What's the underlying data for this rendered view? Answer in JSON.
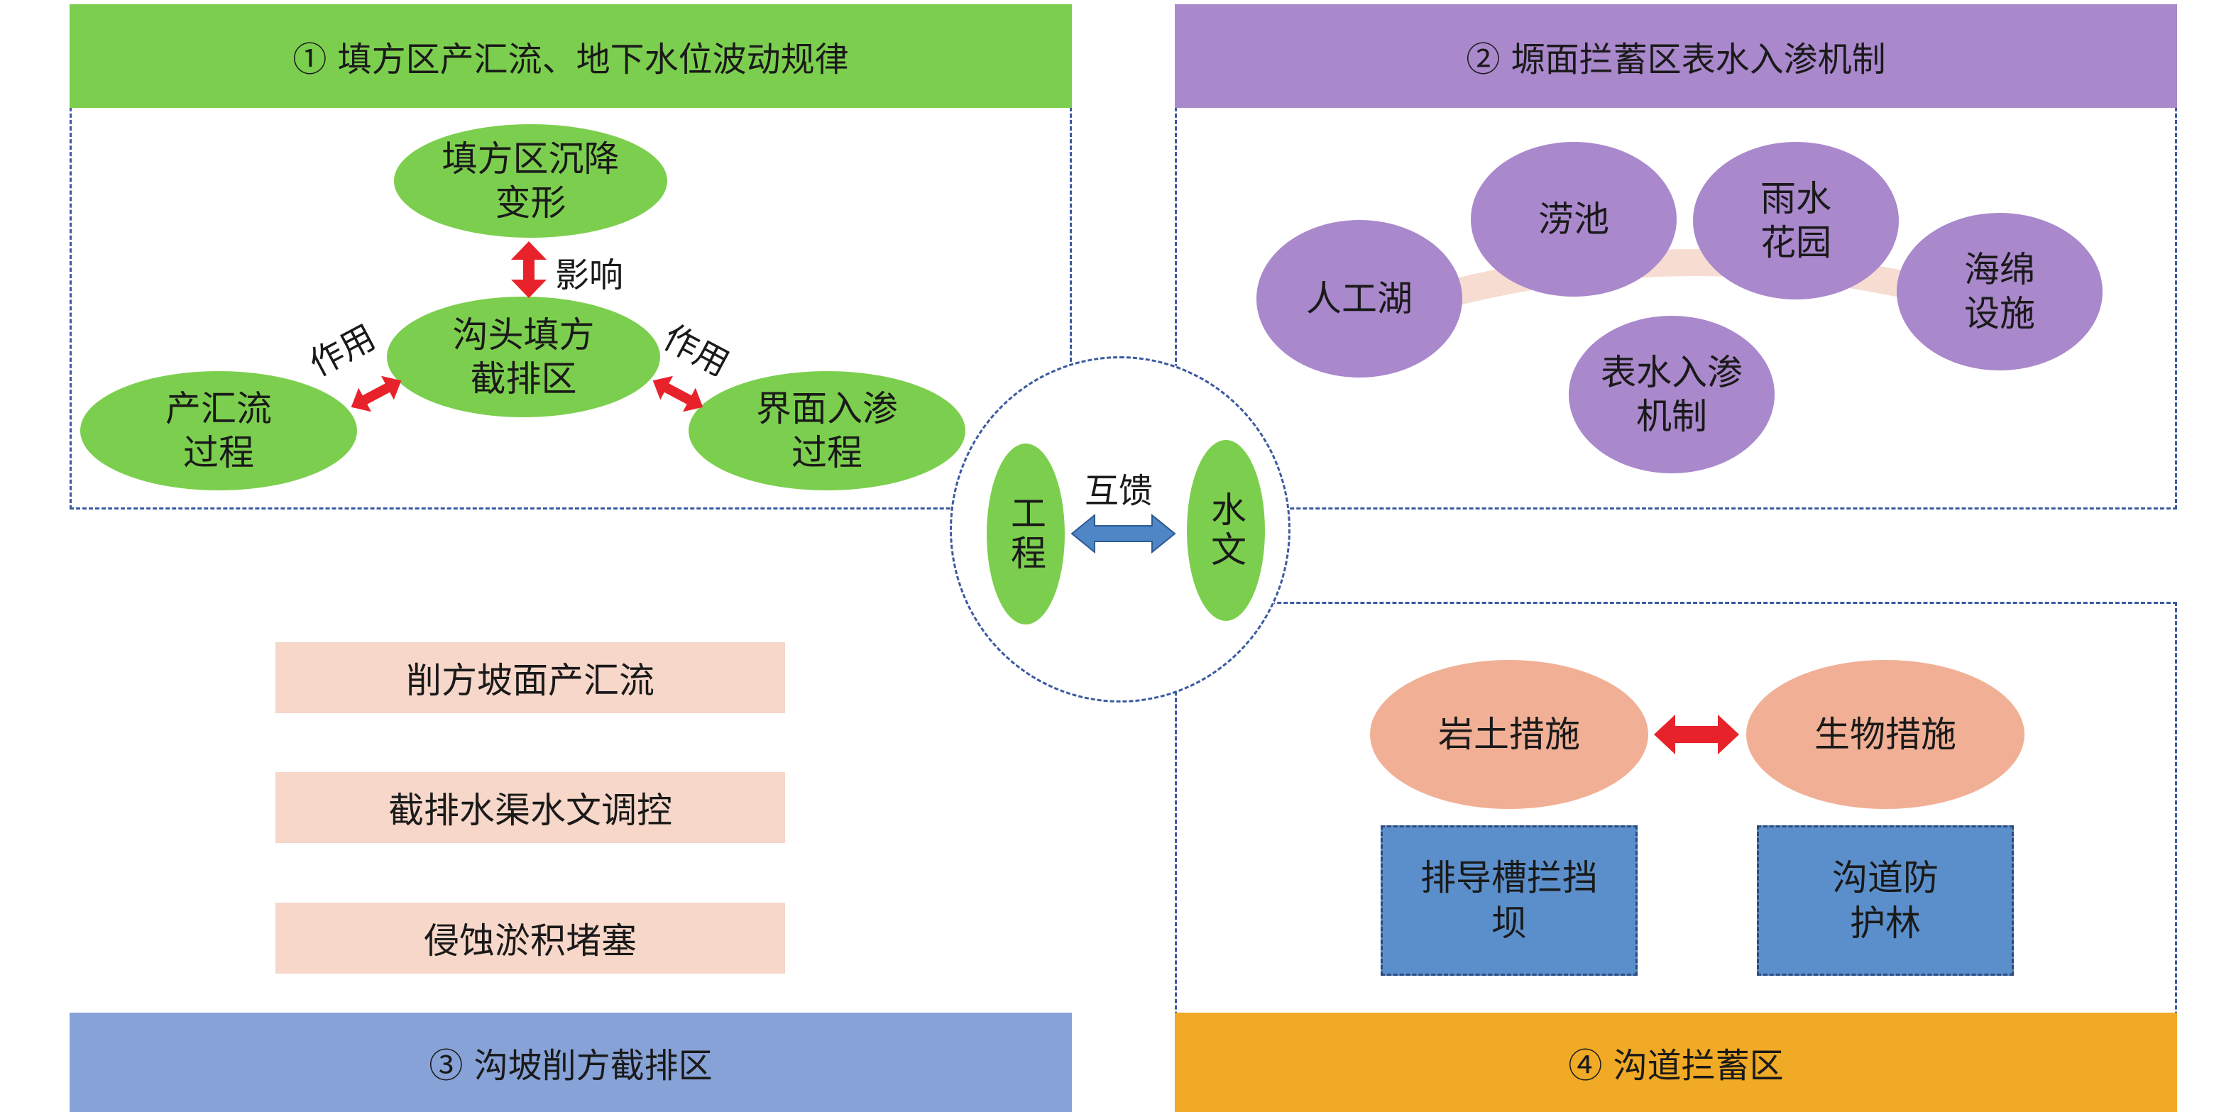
{
  "zones": {
    "z1": {
      "title": "① 填方区产汇流、地下水位波动规律",
      "color": "#7ccf4e"
    },
    "z2": {
      "title": "② 塬面拦蓄区表水入渗机制",
      "color": "#a988cc"
    },
    "z3": {
      "title": "③ 沟坡削方截排区",
      "color": "#87a2d6"
    },
    "z4": {
      "title": "④ 沟道拦蓄区",
      "color": "#f0aa25"
    }
  },
  "z1_nodes": {
    "top": "填方区沉降变形",
    "center": "沟头填方截排区",
    "left": "产汇流过程",
    "right": "界面入渗过程"
  },
  "z1_labels": {
    "influence": "影响",
    "act_left": "作用",
    "act_right": "作用"
  },
  "z2_nodes": {
    "lake": "人工湖",
    "pond": "涝池",
    "garden": "雨水花园",
    "sponge": "海绵设施",
    "infiltration": "表水入渗机制"
  },
  "z3_boxes": [
    "削方坡面产汇流",
    "截排水渠水文调控",
    "侵蚀淤积堵塞"
  ],
  "z4": {
    "geo": "岩土措施",
    "bio": "生物措施",
    "dam": "排导槽拦挡坝",
    "forest": "沟道防护林"
  },
  "center": {
    "engineering": "工程",
    "hydrology": "水文",
    "feedback": "互馈"
  },
  "colors": {
    "arrow_red": "#e8222a",
    "arrow_blue": "#4f86c6",
    "dash": "#3a5aa0"
  }
}
